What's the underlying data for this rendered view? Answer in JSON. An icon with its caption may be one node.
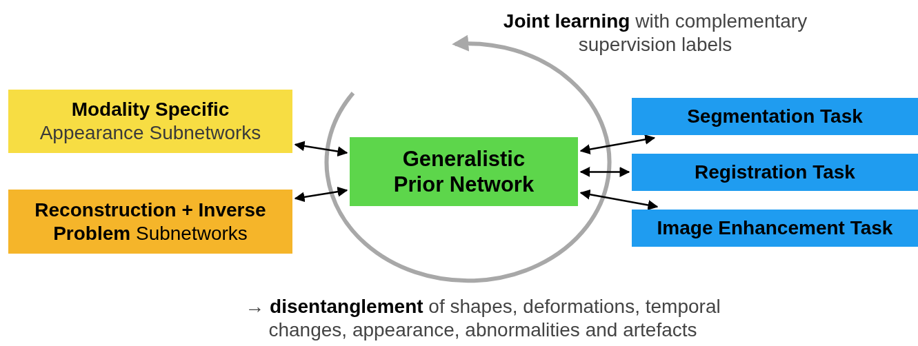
{
  "diagram": {
    "nodes": [
      {
        "text": [
          "Modality Specific",
          "Appearance Subnetworks"
        ]
      },
      {
        "text": [
          "**Reconstruction + Inverse Problem** Subnetworks"
        ]
      },
      {
        "text": [
          "Generalistic Prior Network"
        ]
      },
      {
        "text": [
          "Segmentation Task"
        ]
      },
      {
        "text": [
          "Registration Task"
        ]
      },
      {
        "text": [
          "Image Enhancement Task"
        ]
      }
    ],
    "edges": [
      {
        "from": 2,
        "to": 0,
        "arrow": "both"
      },
      {
        "from": 2,
        "to": 1,
        "arrow": "both"
      },
      {
        "from": 2,
        "to": 3,
        "arrow": "both"
      },
      {
        "from": 2,
        "to": 4,
        "arrow": "both"
      },
      {
        "from": 2,
        "to": 5,
        "arrow": "both"
      }
    ],
    "labels": [
      "**Joint learning** with complementary supervision labels",
      "→ **disentanglement** of shapes, deformations, temporal changes, appearance, abnormalities and artefacts"
    ]
  }
}
